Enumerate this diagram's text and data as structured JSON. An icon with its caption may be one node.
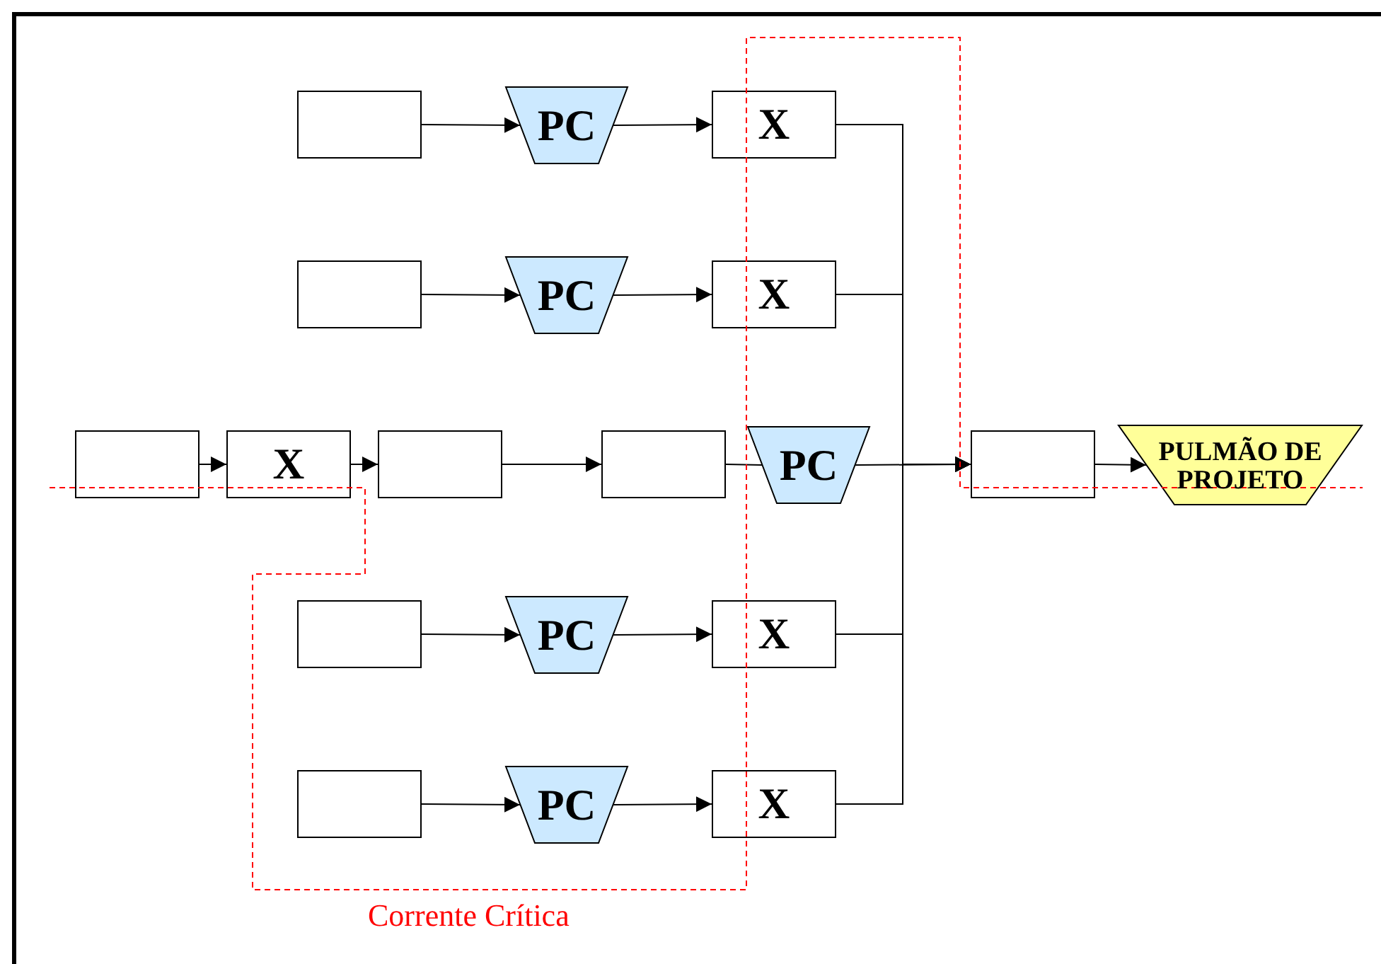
{
  "diagram": {
    "nodes": [
      {
        "text": [],
        "shape": "box"
      },
      {
        "text": [
          "PC"
        ]
      },
      {
        "text": [
          "X"
        ]
      },
      {
        "text": [],
        "shape": "box"
      },
      {
        "text": [
          "PC"
        ]
      },
      {
        "text": [
          "X"
        ]
      },
      {
        "text": [],
        "shape": "box"
      },
      {
        "text": [
          "X"
        ]
      },
      {
        "text": [],
        "shape": "box"
      },
      {
        "text": [],
        "shape": "box"
      },
      {
        "text": [
          "PC"
        ]
      },
      {
        "text": [],
        "shape": "box"
      },
      {
        "text": [
          "PULMÃO DE PROJETO"
        ]
      },
      {
        "text": [],
        "shape": "box"
      },
      {
        "text": [
          "PC"
        ]
      },
      {
        "text": [
          "X"
        ]
      },
      {
        "text": [],
        "shape": "box"
      },
      {
        "text": [
          "PC"
        ]
      },
      {
        "text": [
          "X"
        ]
      }
    ],
    "edges": [
      {
        "from": 0,
        "to": 1,
        "arrow": "to"
      },
      {
        "from": 1,
        "to": 2,
        "arrow": "to"
      },
      {
        "from": 3,
        "to": 4,
        "arrow": "to"
      },
      {
        "from": 4,
        "to": 5,
        "arrow": "to"
      },
      {
        "from": 6,
        "to": 7,
        "arrow": "to"
      },
      {
        "from": 7,
        "to": 8,
        "arrow": "to"
      },
      {
        "from": 8,
        "to": 9,
        "arrow": "to"
      },
      {
        "from": 9,
        "to": 10,
        "arrow": "none"
      },
      {
        "from": 10,
        "to": 11,
        "arrow": "to"
      },
      {
        "from": 2,
        "to": 11,
        "arrow": "to"
      },
      {
        "from": 5,
        "to": 11,
        "arrow": "to"
      },
      {
        "from": 15,
        "to": 11,
        "arrow": "to"
      },
      {
        "from": 18,
        "to": 11,
        "arrow": "to"
      },
      {
        "from": 11,
        "to": 12,
        "arrow": "to"
      },
      {
        "from": 13,
        "to": 14,
        "arrow": "to"
      },
      {
        "from": 14,
        "to": 15,
        "arrow": "to"
      },
      {
        "from": 16,
        "to": 17,
        "arrow": "to"
      },
      {
        "from": 17,
        "to": 18,
        "arrow": "to"
      }
    ],
    "labels": [
      "Corrente Crítica"
    ]
  }
}
